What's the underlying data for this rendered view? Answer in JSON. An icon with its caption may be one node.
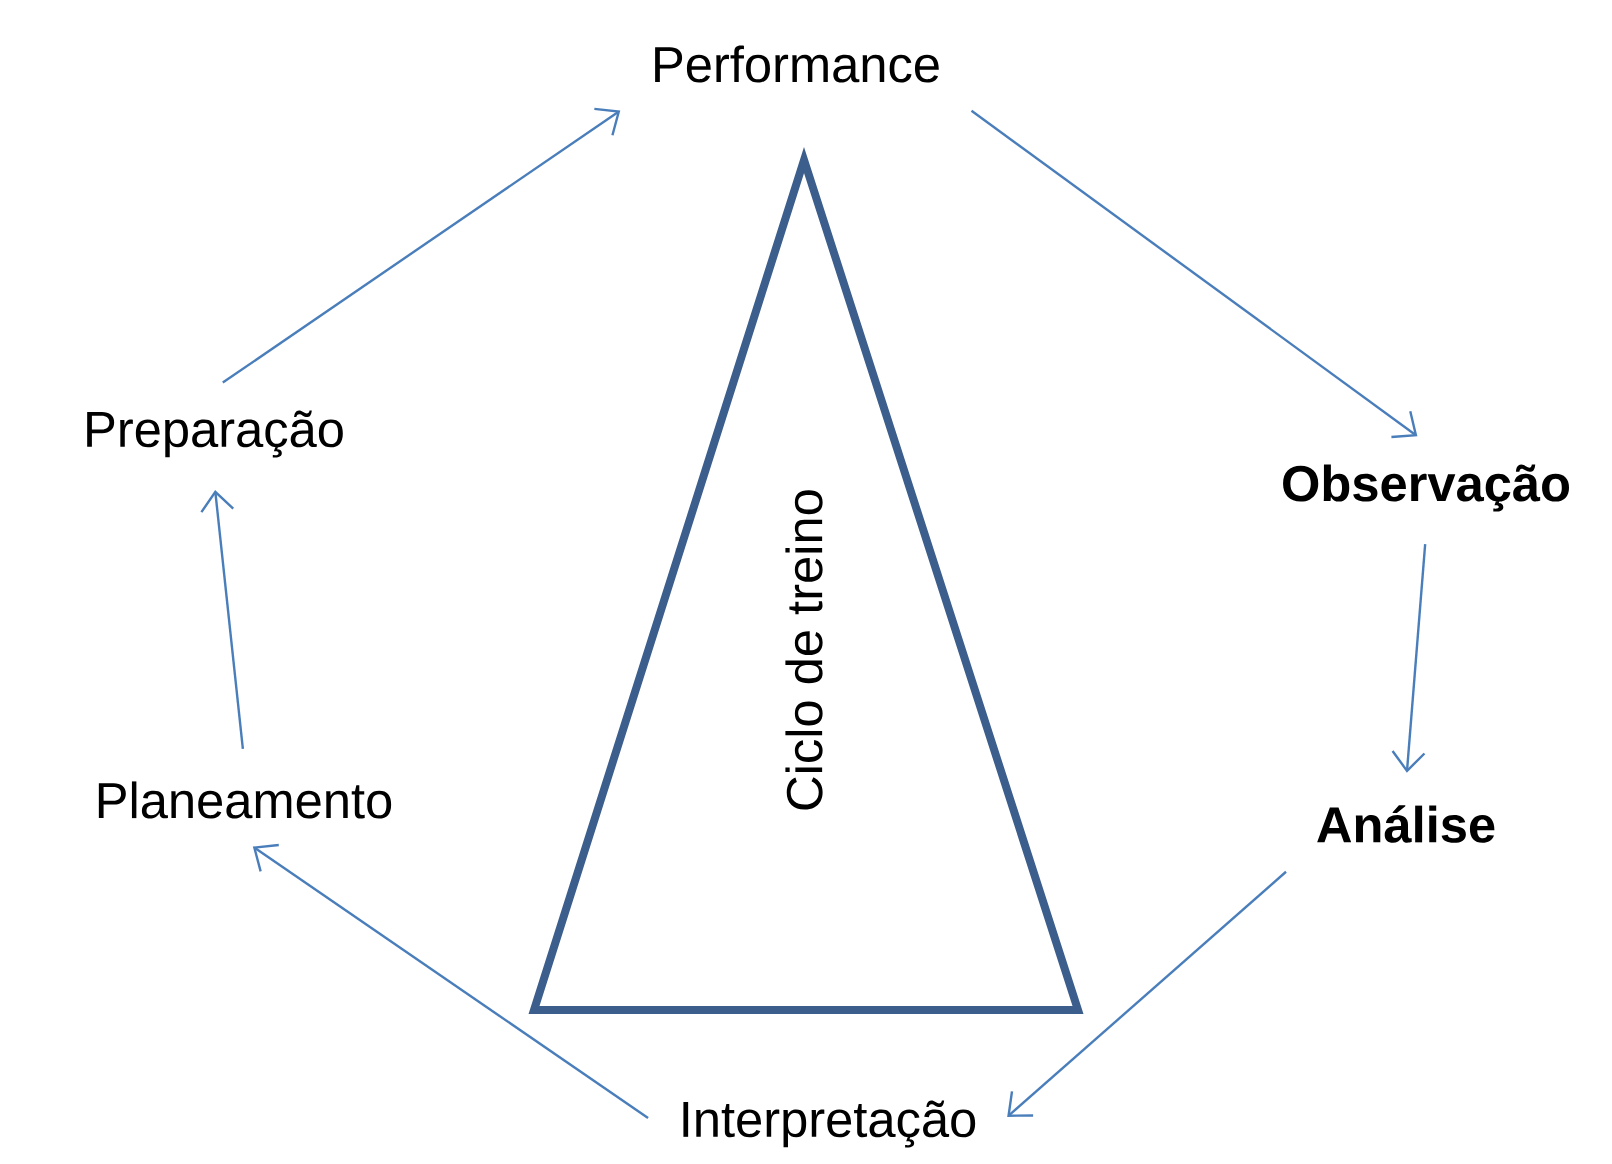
{
  "diagram": {
    "nodes": [
      {
        "text": [
          "Performance"
        ]
      },
      {
        "text": [
          "Observação"
        ]
      },
      {
        "text": [
          "Análise"
        ]
      },
      {
        "text": [
          "Interpretação"
        ]
      },
      {
        "text": [
          "Planeamento"
        ]
      },
      {
        "text": [
          "Preparação"
        ]
      },
      {
        "text": [
          "Ciclo de treino"
        ]
      }
    ],
    "edges": [
      {
        "from": 5,
        "to": 0,
        "arrow": "to"
      },
      {
        "from": 0,
        "to": 1,
        "arrow": "to"
      },
      {
        "from": 1,
        "to": 2,
        "arrow": "to"
      },
      {
        "from": 2,
        "to": 3,
        "arrow": "to"
      },
      {
        "from": 3,
        "to": 4,
        "arrow": "to"
      },
      {
        "from": 4,
        "to": 5,
        "arrow": "to"
      }
    ]
  }
}
